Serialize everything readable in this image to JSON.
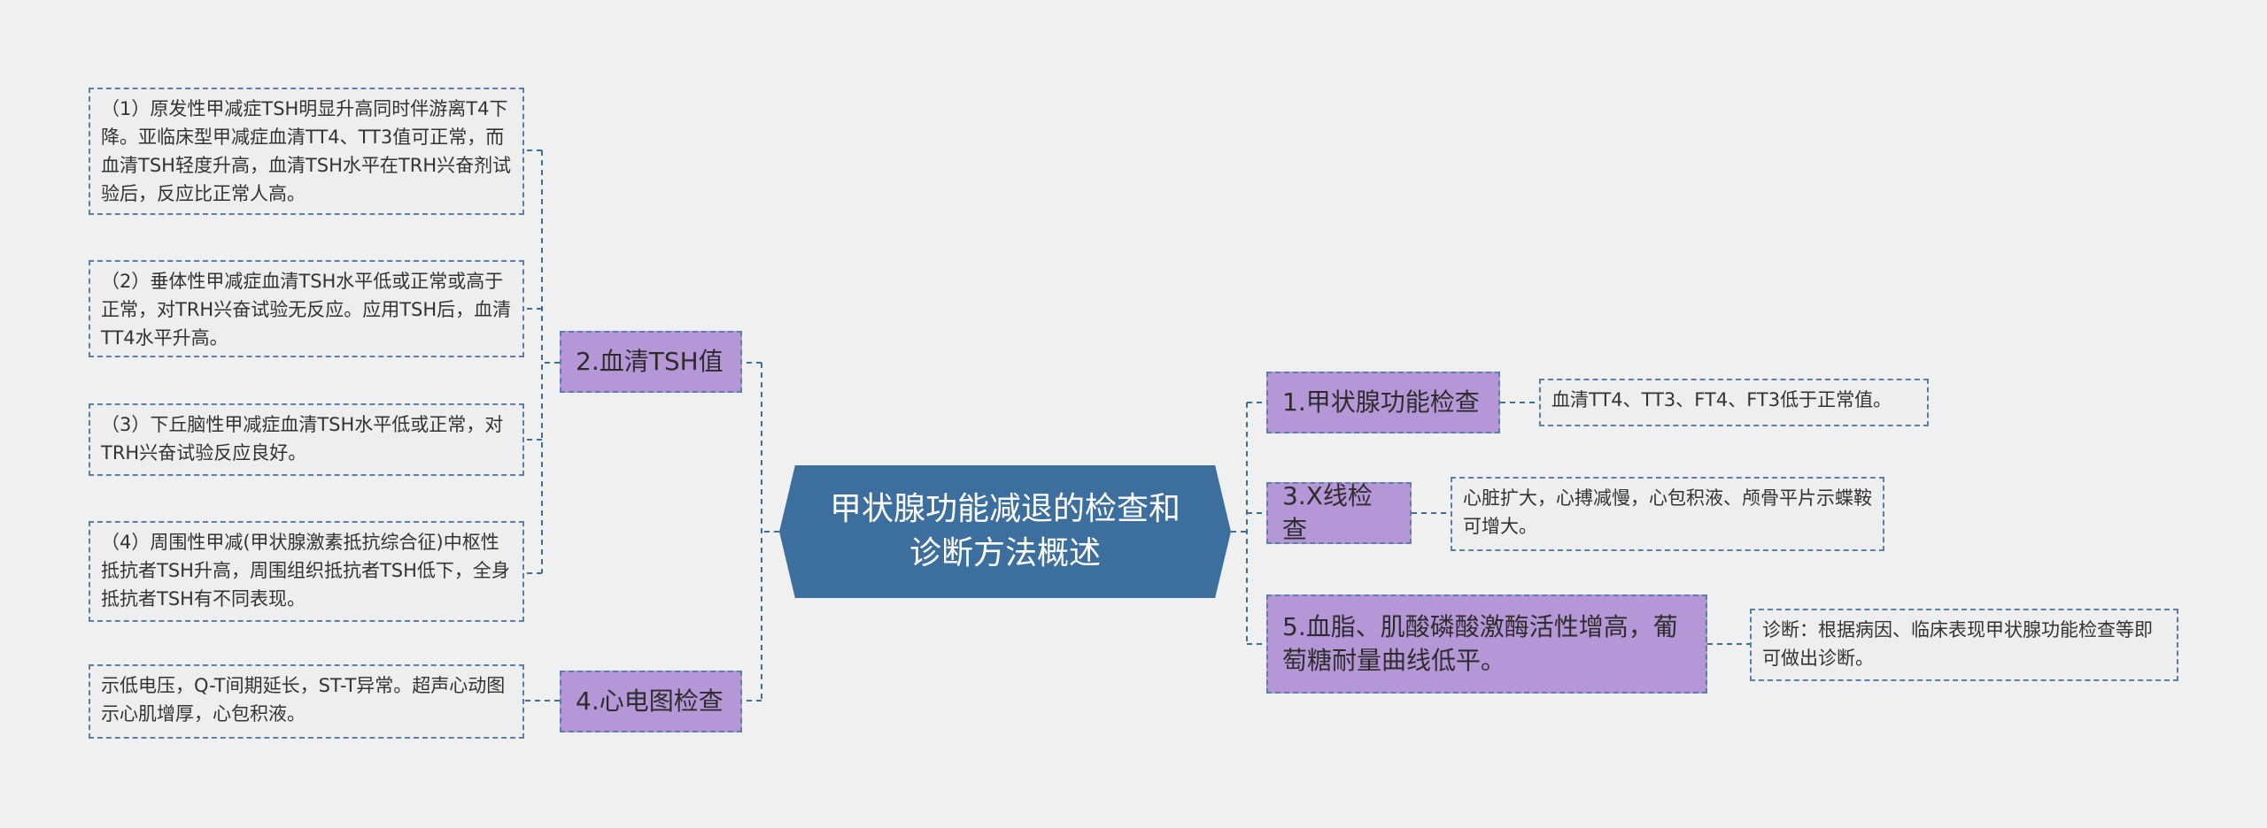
{
  "center": {
    "title": "甲状腺功能减退的检查和诊断方法概述"
  },
  "branches": {
    "b1": {
      "label": "1.甲状腺功能检查",
      "leaf": "血清TT4、TT3、FT4、FT3低于正常值。"
    },
    "b2": {
      "label": "2.血清TSH值",
      "leaves": [
        "（1）原发性甲减症TSH明显升高同时伴游离T4下降。亚临床型甲减症血清TT4、TT3值可正常，而血清TSH轻度升高，血清TSH水平在TRH兴奋剂试验后，反应比正常人高。",
        "（2）垂体性甲减症血清TSH水平低或正常或高于正常，对TRH兴奋试验无反应。应用TSH后，血清TT4水平升高。",
        "（3）下丘脑性甲减症血清TSH水平低或正常，对TRH兴奋试验反应良好。",
        "（4）周围性甲减(甲状腺激素抵抗综合征)中枢性抵抗者TSH升高，周围组织抵抗者TSH低下，全身抵抗者TSH有不同表现。"
      ]
    },
    "b3": {
      "label": "3.X线检查",
      "leaf": "心脏扩大，心搏减慢，心包积液、颅骨平片示蝶鞍可增大。"
    },
    "b4": {
      "label": "4.心电图检查",
      "leaf": "示低电压，Q-T间期延长，ST-T异常。超声心动图示心肌增厚，心包积液。"
    },
    "b5": {
      "label": "5.血脂、肌酸磷酸激酶活性增高，葡萄糖耐量曲线低平。",
      "leaf": "诊断：根据病因、临床表现甲状腺功能检查等即可做出诊断。"
    }
  },
  "colors": {
    "background": "#f0f0f0",
    "center_fill": "#3d6f9e",
    "branch_fill": "#b596d6",
    "leaf_fill": "#eeeeee",
    "connector": "#3d6f9e"
  }
}
